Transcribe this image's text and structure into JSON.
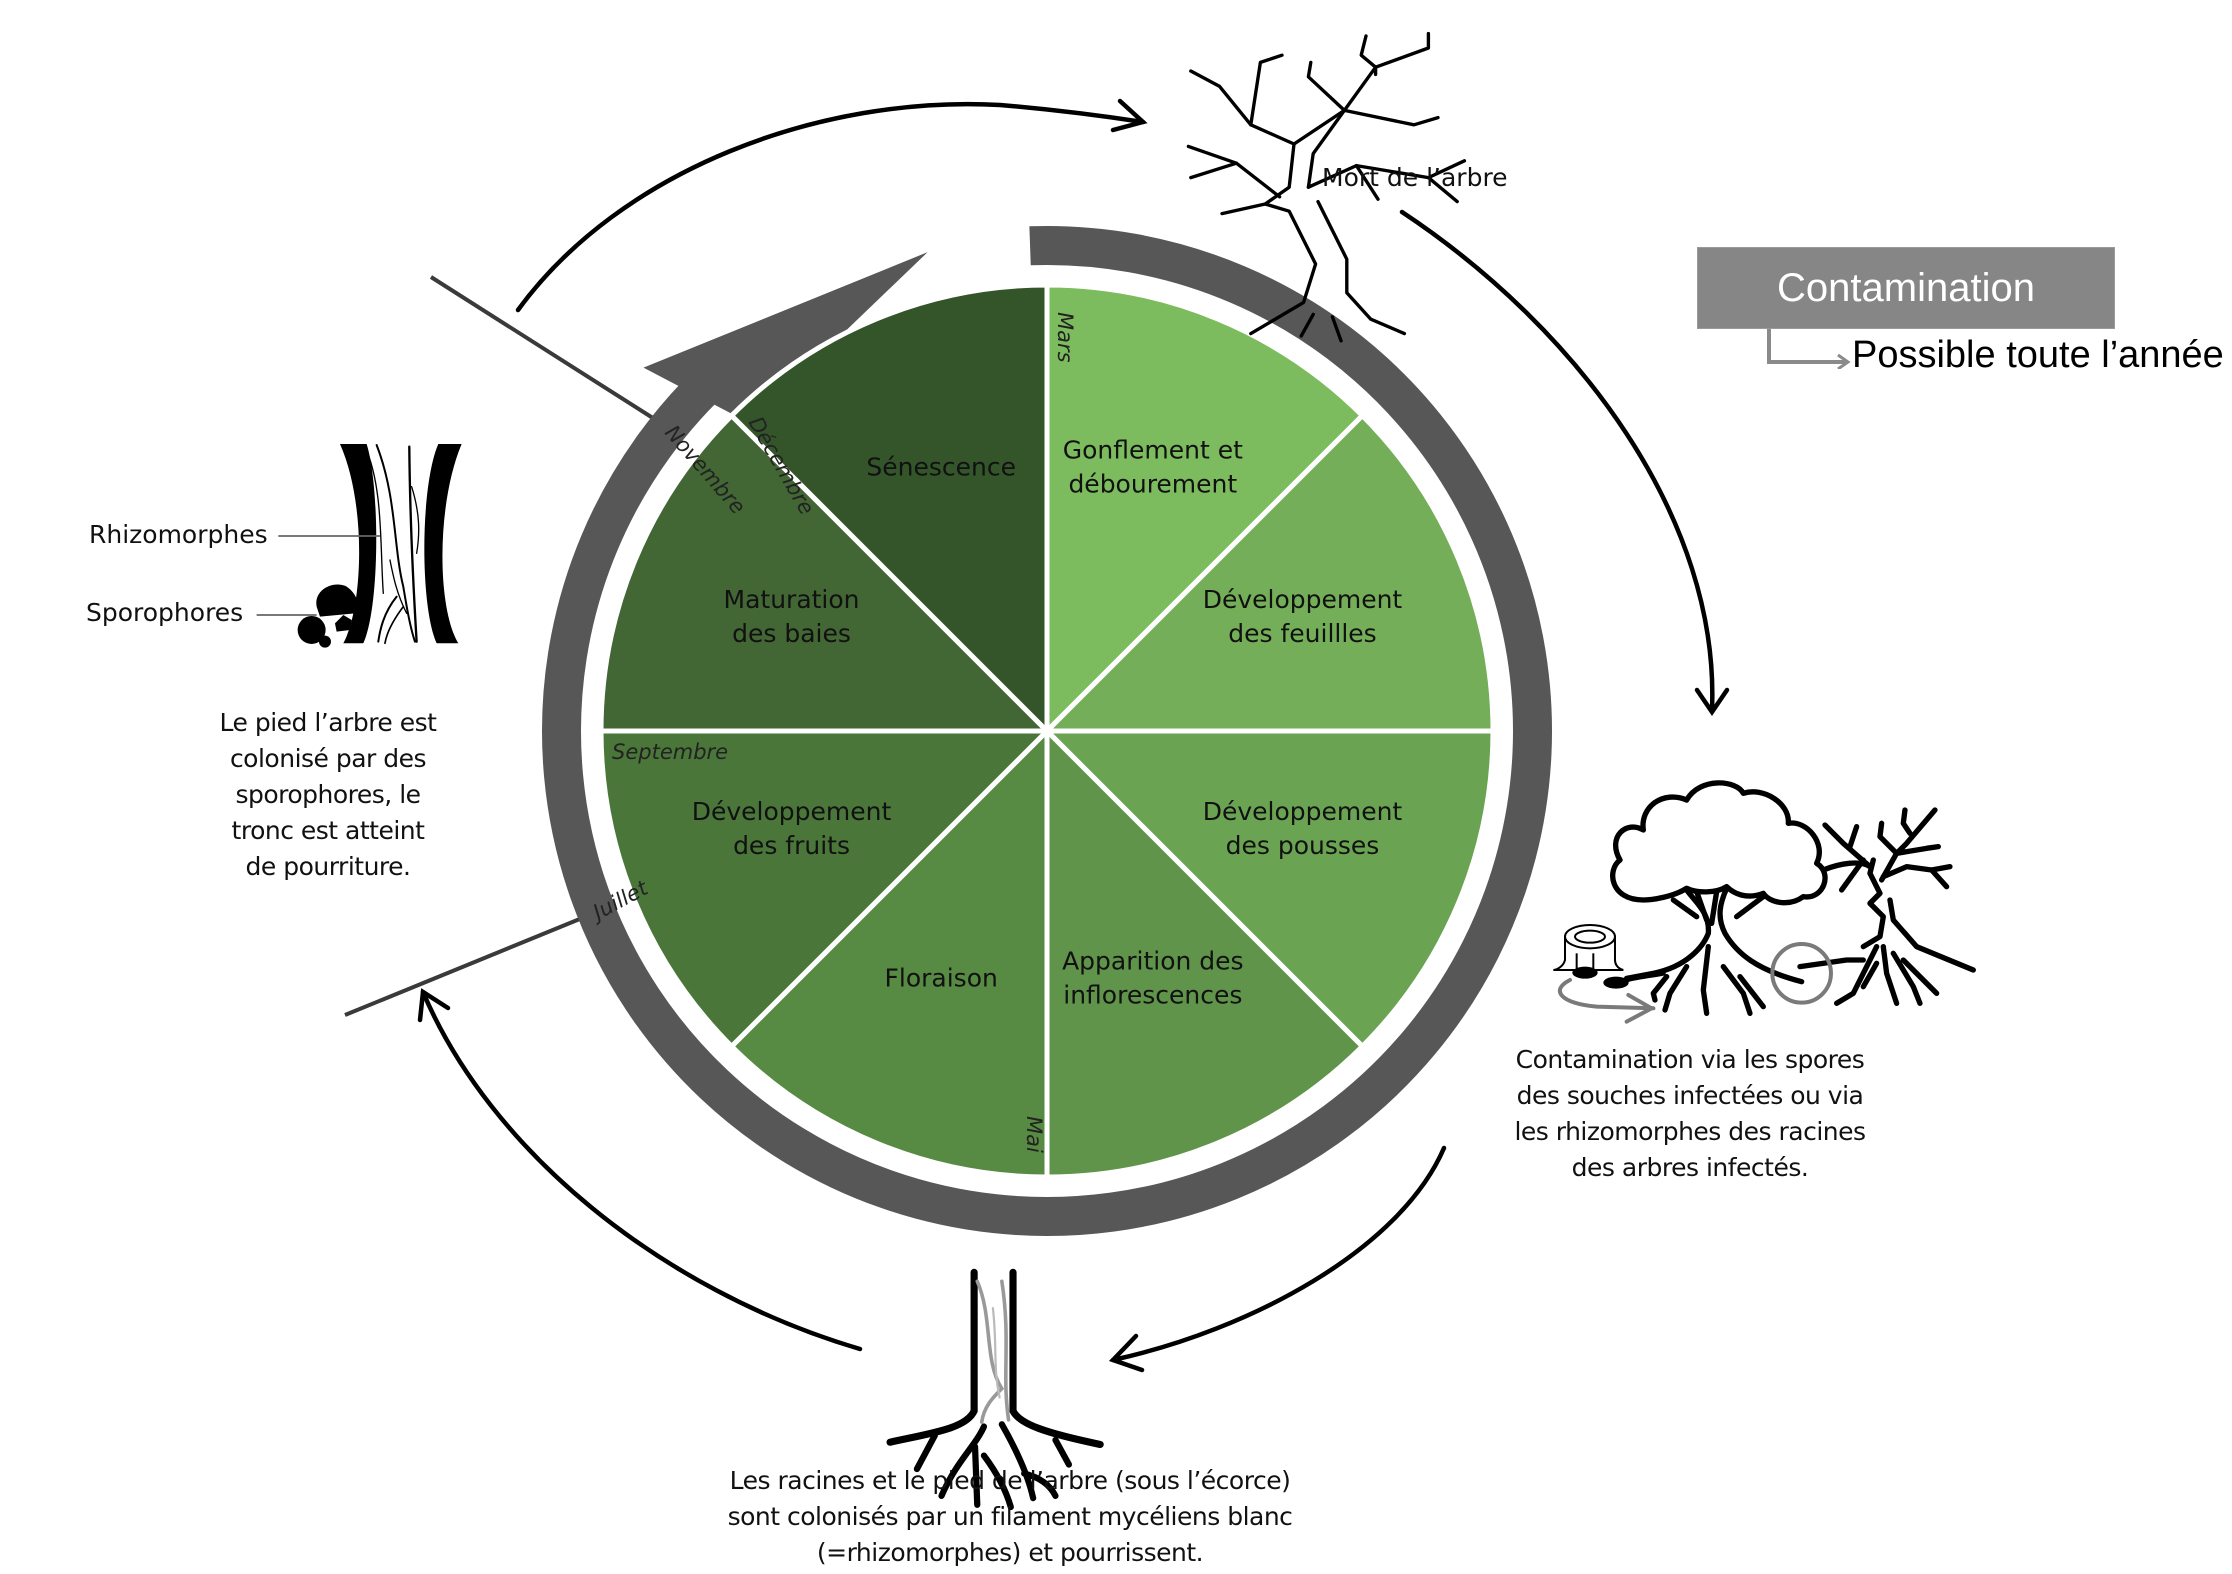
{
  "cycle": {
    "phases": [
      {
        "label_lines": [
          "Gonflement et",
          "débourement"
        ],
        "color": "#7cbb5e"
      },
      {
        "label_lines": [
          "Développement",
          "des feuillles"
        ],
        "color": "#74ae58"
      },
      {
        "label_lines": [
          "Développement",
          "des pousses"
        ],
        "color": "#6aa452"
      },
      {
        "label_lines": [
          "Apparition des",
          "inflorescences"
        ],
        "color": "#5f944a"
      },
      {
        "label_lines": [
          "Floraison"
        ],
        "color": "#578a43"
      },
      {
        "label_lines": [
          "Développement",
          "des fruits"
        ],
        "color": "#4a763a"
      },
      {
        "label_lines": [
          "Maturation",
          "des baies"
        ],
        "color": "#426634"
      },
      {
        "label_lines": [
          "Sénescence"
        ],
        "color": "#34552a"
      }
    ],
    "months": {
      "mars": "Mars",
      "mai": "Mai",
      "juillet": "Juillet",
      "septembre": "Septembre",
      "novembre": "Novembre",
      "decembre": "Décembre"
    },
    "ring_color": "#575757"
  },
  "stages": {
    "dead_tree": {
      "label": "Mort de l’arbre",
      "icon": "dead-tree-icon"
    },
    "contamination_scene": {
      "icon": "healthy-and-dead-tree-icon",
      "caption_lines": [
        "Contamination via les spores",
        "des souches infectées ou via",
        "les rhizomorphes des racines",
        "des arbres infectés."
      ]
    },
    "roots": {
      "icon": "tree-roots-icon",
      "caption_lines": [
        "Les racines et le pied de l’arbre (sous l’écorce)",
        "sont colonisés par un filament mycéliens blanc",
        "(=rhizomorphes) et pourrissent."
      ]
    },
    "trunk": {
      "icon": "trunk-with-fungus-icon",
      "callouts": {
        "rhizomorphes": "Rhizomorphes",
        "sporophores": "Sporophores"
      },
      "caption_lines": [
        "Le pied l’arbre est",
        "colonisé par des",
        "sporophores, le",
        "tronc est atteint",
        "de pourriture."
      ]
    }
  },
  "contamination": {
    "title": "Contamination",
    "subtitle": "Possible toute l’année",
    "box_color": "#868686"
  }
}
